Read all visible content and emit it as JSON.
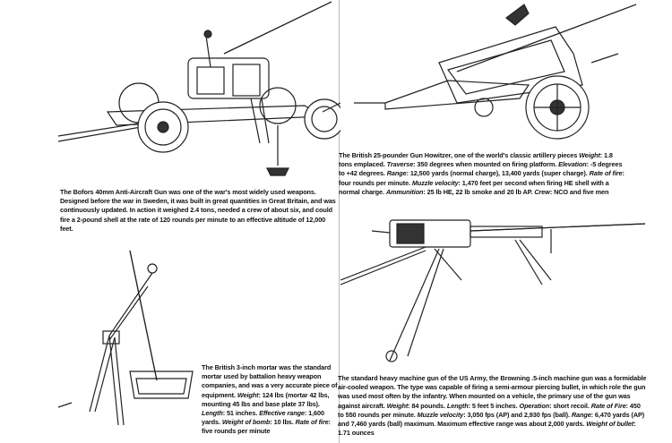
{
  "captions": {
    "bofors": [
      {
        "t": "The Bofors 40mm Anti-Aircraft Gun was one of the war's most widely used weapons. Designed before the war in Sweden, it was built in great quantities in Great Britain, and was continuously updated. In action it weighed 2.4 tons, needed a crew of about six, and could fire a 2-pound shell at the rate of 120 rounds per minute to an effective altitude of 12,000 feet.",
        "i": false
      }
    ],
    "twentyfive_pounder": [
      {
        "t": "The British 25-pounder Gun Howitzer, one of the world's classic artillery pieces ",
        "i": false
      },
      {
        "t": "Weight",
        "i": true
      },
      {
        "t": ": 1.8 tons emplaced. ",
        "i": false
      },
      {
        "t": "Traverse",
        "i": true
      },
      {
        "t": ": 350 degrees when mounted on firing platform. ",
        "i": false
      },
      {
        "t": "Elevation",
        "i": true
      },
      {
        "t": ": -5 degrees to +42 degrees. ",
        "i": false
      },
      {
        "t": "Range",
        "i": true
      },
      {
        "t": ": 12,500 yards (normal charge), 13,400 yards (super charge). ",
        "i": false
      },
      {
        "t": "Rate of fire",
        "i": true
      },
      {
        "t": ": four rounds per minute. ",
        "i": false
      },
      {
        "t": "Muzzle velocity",
        "i": true
      },
      {
        "t": ": 1,470 feet per second when firing HE shell with a normal charge. ",
        "i": false
      },
      {
        "t": "Ammunition",
        "i": true
      },
      {
        "t": ": 25 lb HE, 22 lb smoke and 20 lb AP. ",
        "i": false
      },
      {
        "t": "Crew",
        "i": true
      },
      {
        "t": ": NCO and five men",
        "i": false
      }
    ],
    "mortar": [
      {
        "t": "The British 3-inch mortar was the standard mortar used by battalion heavy weapon companies, and was a very accurate piece of equipment. ",
        "i": false
      },
      {
        "t": "Weight",
        "i": true
      },
      {
        "t": ": 124 lbs (mortar 42 lbs, mounting 45 lbs and base plate 37 lbs). ",
        "i": false
      },
      {
        "t": "Length",
        "i": true
      },
      {
        "t": ": 51 inches. ",
        "i": false
      },
      {
        "t": "Effective range",
        "i": true
      },
      {
        "t": ": 1,600 yards. ",
        "i": false
      },
      {
        "t": "Weight of bomb",
        "i": true
      },
      {
        "t": ": 10 lbs. ",
        "i": false
      },
      {
        "t": "Rate of fire",
        "i": true
      },
      {
        "t": ": five rounds per minute",
        "i": false
      }
    ],
    "browning": [
      {
        "t": "The standard heavy machine gun of the US Army, the Browning .5-inch machine gun was a formidable air-cooled weapon. The type was capable of firing a semi-armour piercing bullet, in which role the gun was used most often by the infantry. When mounted on a vehicle, the primary use of the gun was against aircraft. ",
        "i": false
      },
      {
        "t": "Weight",
        "i": true
      },
      {
        "t": ": 84 pounds. ",
        "i": false
      },
      {
        "t": "Length",
        "i": true
      },
      {
        "t": ": 5 feet 5 inches. ",
        "i": false
      },
      {
        "t": "Operation",
        "i": true
      },
      {
        "t": ": short recoil. ",
        "i": false
      },
      {
        "t": "Rate of Fire",
        "i": true
      },
      {
        "t": ": 450 to 550 rounds per minute. ",
        "i": false
      },
      {
        "t": "Muzzle velocity",
        "i": true
      },
      {
        "t": ": 3,050 fps (AP) and 2,930 fps (ball). ",
        "i": false
      },
      {
        "t": "Range",
        "i": true
      },
      {
        "t": ": 6,470 yards (AP) and 7,460 yards (ball) maximum. Maximum effective range was about 2,000 yards. ",
        "i": false
      },
      {
        "t": "Weight of bullet",
        "i": true
      },
      {
        "t": ": 1.71 ounces",
        "i": false
      }
    ]
  }
}
